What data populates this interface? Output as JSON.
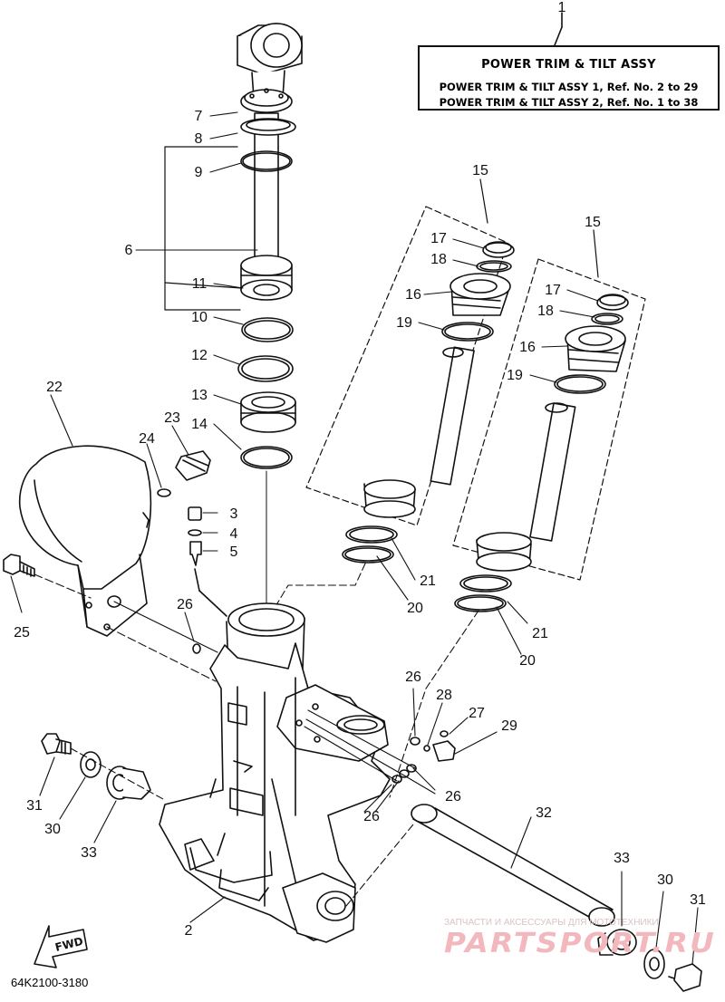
{
  "title": {
    "heading": "POWER TRIM & TILT ASSY",
    "line1": "POWER TRIM & TILT ASSY 1,  Ref. No. 2 to 29",
    "line2": "POWER TRIM & TILT ASSY 2,  Ref. No. 1 to 38"
  },
  "diagram_code": "64K2100-3180",
  "fwd_label": "FWD",
  "watermark": {
    "line1": "ЗАПЧАСТИ И АКСЕССУАРЫ ДЛЯ МОТОТЕХНИКИ",
    "line2": "PARTSPORT.RU"
  },
  "callouts": {
    "c1": "1",
    "c2": "2",
    "c3": "3",
    "c4": "4",
    "c5": "5",
    "c6": "6",
    "c7": "7",
    "c8": "8",
    "c9": "9",
    "c10": "10",
    "c11": "11",
    "c12": "12",
    "c13": "13",
    "c14": "14",
    "c15a": "15",
    "c15b": "15",
    "c16a": "16",
    "c16b": "16",
    "c17a": "17",
    "c17b": "17",
    "c18a": "18",
    "c18b": "18",
    "c19a": "19",
    "c19b": "19",
    "c20a": "20",
    "c20b": "20",
    "c21a": "21",
    "c21b": "21",
    "c22": "22",
    "c23": "23",
    "c24": "24",
    "c25": "25",
    "c26a": "26",
    "c26b": "26",
    "c26c": "26",
    "c26d": "26",
    "c27": "27",
    "c28": "28",
    "c29": "29",
    "c30a": "30",
    "c30b": "30",
    "c31a": "31",
    "c31b": "31",
    "c32": "32",
    "c33a": "33",
    "c33b": "33"
  }
}
